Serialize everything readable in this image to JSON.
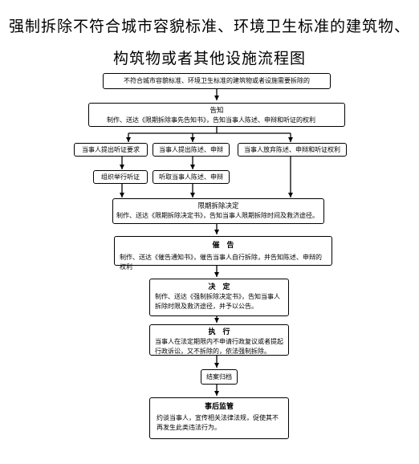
{
  "title": {
    "line1": "强制拆除不符合城市容貌标准、环境卫生标准的建筑物、",
    "line2": "构筑物或者其他设施流程图"
  },
  "steps": {
    "start": "不符合城市容貌标准、环境卫生标准的建筑物或者设施需要拆除的",
    "notice": {
      "title": "告知",
      "text": "制作、送达《限期拆除事先告知书》，告知当事人陈述、申辩和听证的权利"
    },
    "hearing_request": "当事人提出听证要求",
    "statement": "当事人提出陈述、申辩",
    "waive": "当事人放弃陈述、申辩和听证权利",
    "organize_hearing": "组织举行听证",
    "listen": "听取当事人陈述、申辩",
    "deadline_decision": {
      "title": "限期拆除决定",
      "text": "制作、送达《限期拆除决定书》，告知当事人限期拆除时间及救济途径。"
    },
    "urge": {
      "title": "催　告",
      "text": "制作、送达《催告通知书》，催告当事人自行拆除，并告知陈述、申辩的权利"
    },
    "decision": {
      "title": "决　定",
      "text": "制作、送达《强制拆除决定书》，告知当事人拆除时限及救济途径，并予以公告。"
    },
    "execute": {
      "title": "执　行",
      "text": "当事人在法定期限内不申请行政复议或者提起行政诉讼，又不拆除的，依法强制拆除。"
    },
    "archive": "结案归档",
    "supervision": {
      "title": "事后监管",
      "text": "约谈当事人，宣传相关法律法规，促使其不再发生此类违法行为。"
    }
  }
}
